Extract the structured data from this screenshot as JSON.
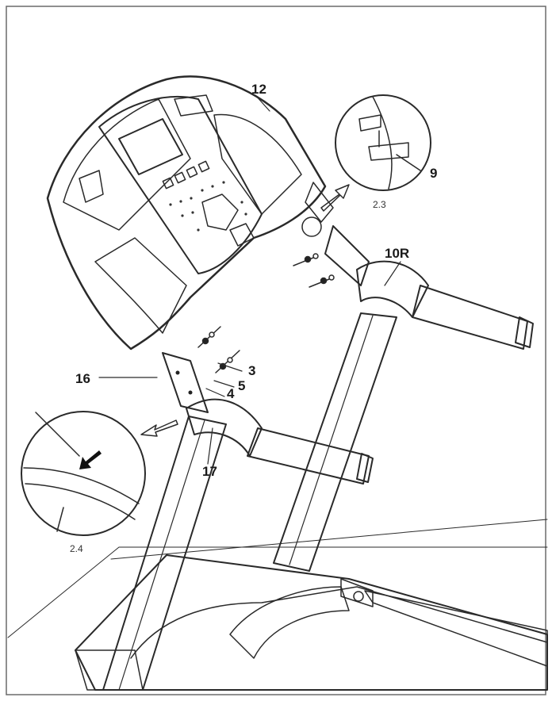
{
  "callouts": {
    "console": "12",
    "clip": "9",
    "detail_upper": "2.3",
    "right_upright": "10R",
    "left_upright": "16",
    "bolt": "3",
    "spring_washer": "5",
    "flat_washer": "4",
    "left_cover": "17",
    "detail_lower": "2.4"
  }
}
